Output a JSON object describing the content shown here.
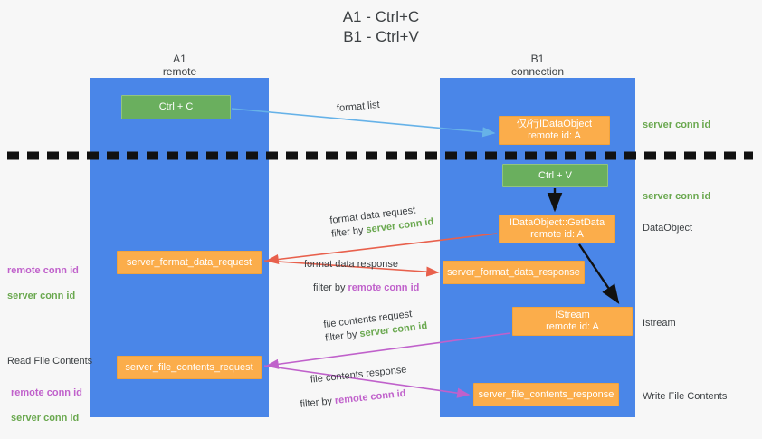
{
  "title": "A1 - Ctrl+C\nB1 - Ctrl+V",
  "lanes": [
    {
      "name": "A1",
      "sub": "remote",
      "header": "A1\nremote"
    },
    {
      "name": "B1",
      "sub": "connection",
      "header": "B1\nconnection"
    }
  ],
  "boxes": {
    "ctrl_c": "Ctrl + C",
    "idataobject": "仅/行IDataObject\nremote id: A",
    "ctrl_v": "Ctrl + V",
    "getdata": "IDataObject::GetData\nremote id: A",
    "format_data_request": "server_format_data_request",
    "format_data_response": "server_format_data_response",
    "istream": "IStream\nremote id: A",
    "file_contents_request": "server_file_contents_request",
    "file_contents_response": "server_file_contents_response"
  },
  "annotations": {
    "format_list": {
      "line1": "format list",
      "line2": "",
      "filter_prefix": "",
      "filter_value": ""
    },
    "format_data_request": {
      "line1": "format data request",
      "filter_prefix": "filter by ",
      "filter_value": "server conn id",
      "filter_color": "#6aa84f"
    },
    "format_data_response": {
      "line1": "format data response",
      "filter_prefix": "filter by ",
      "filter_value": "remote conn id",
      "filter_color": "#c061cb"
    },
    "file_contents_request": {
      "line1": "file contents request",
      "filter_prefix": "filter by ",
      "filter_value": "server conn id",
      "filter_color": "#6aa84f"
    },
    "file_contents_response": {
      "line1": "file contents response",
      "filter_prefix": "filter by ",
      "filter_value": "remote conn id",
      "filter_color": "#c061cb"
    }
  },
  "right_labels": {
    "server_conn_id_top": "server conn id",
    "server_conn_id_mid": "server conn id",
    "dataobject": "DataObject",
    "istream": "Istream",
    "write_file_contents": "Write File Contents"
  },
  "left_labels": {
    "remote_conn_id_1": "remote conn id",
    "server_conn_id_1": "server conn id",
    "read_file_contents": "Read File Contents",
    "remote_conn_id_2": "remote conn id",
    "server_conn_id_2": "server conn id"
  },
  "colors": {
    "lane_blue": "#4a86e8",
    "box_green": "#6aaf5e",
    "box_orange": "#fbad4b",
    "server_conn_green": "#6aa84f",
    "remote_conn_magenta": "#c061cb",
    "arrow_red": "#e8604c",
    "arrow_lightblue": "#66b2e8",
    "arrow_black": "#000000",
    "divider_black": "#000000",
    "background": "#f7f7f7"
  }
}
